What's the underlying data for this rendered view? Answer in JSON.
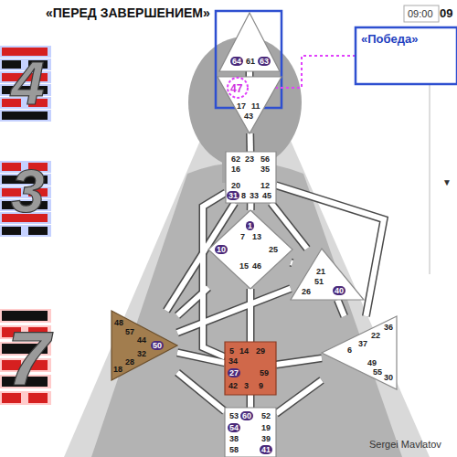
{
  "diagram": {
    "title": "«ПЕРЕД ЗАВЕРШЕНИЕМ»",
    "nodes": [
      {
        "text": [
          "64",
          "61",
          "63"
        ]
      },
      {
        "text": [
          "17",
          "11",
          "43"
        ]
      },
      {
        "text": [
          "47"
        ],
        "in": 1
      },
      {
        "text": [
          "«Победа»"
        ]
      },
      {
        "text": [
          "62",
          "23",
          "56",
          "16",
          "35",
          "20",
          "12",
          "31",
          "8",
          "33",
          "45"
        ]
      },
      {
        "text": [
          "1",
          "7",
          "13",
          "10",
          "25",
          "15",
          "46"
        ]
      },
      {
        "text": [
          "21",
          "51",
          "26",
          "40"
        ]
      },
      {
        "text": [
          "48",
          "57",
          "44",
          "50",
          "32",
          "28",
          "18"
        ]
      },
      {
        "text": [
          "5",
          "14",
          "29",
          "34",
          "27",
          "59",
          "42",
          "3",
          "9"
        ]
      },
      {
        "text": [
          "36",
          "22",
          "37",
          "6",
          "49",
          "55",
          "30"
        ]
      },
      {
        "text": [
          "53",
          "60",
          "52",
          "54",
          "19",
          "38",
          "39",
          "58",
          "41"
        ]
      }
    ],
    "edges": [
      {
        "from": 0,
        "to": 1,
        "arrow": "none"
      },
      {
        "from": 1,
        "to": 4,
        "arrow": "none"
      },
      {
        "from": 4,
        "to": 5,
        "arrow": "none"
      },
      {
        "from": 4,
        "to": 6,
        "arrow": "none"
      },
      {
        "from": 4,
        "to": 7,
        "arrow": "none"
      },
      {
        "from": 4,
        "to": 8,
        "arrow": "none"
      },
      {
        "from": 4,
        "to": 9,
        "arrow": "none"
      },
      {
        "from": 5,
        "to": 6,
        "arrow": "none"
      },
      {
        "from": 5,
        "to": 7,
        "arrow": "none"
      },
      {
        "from": 5,
        "to": 8,
        "arrow": "none"
      },
      {
        "from": 6,
        "to": 7,
        "arrow": "none"
      },
      {
        "from": 6,
        "to": 9,
        "arrow": "none"
      },
      {
        "from": 7,
        "to": 8,
        "arrow": "none"
      },
      {
        "from": 7,
        "to": 10,
        "arrow": "none"
      },
      {
        "from": 8,
        "to": 9,
        "arrow": "none"
      },
      {
        "from": 8,
        "to": 10,
        "arrow": "none"
      },
      {
        "from": 9,
        "to": 10,
        "arrow": "none"
      },
      {
        "from": 3,
        "to": 2,
        "arrow": "to"
      }
    ],
    "labels": [
      "09:00",
      "09",
      "4",
      "3",
      "7",
      "▼",
      "Sergei Mavlatov"
    ]
  }
}
